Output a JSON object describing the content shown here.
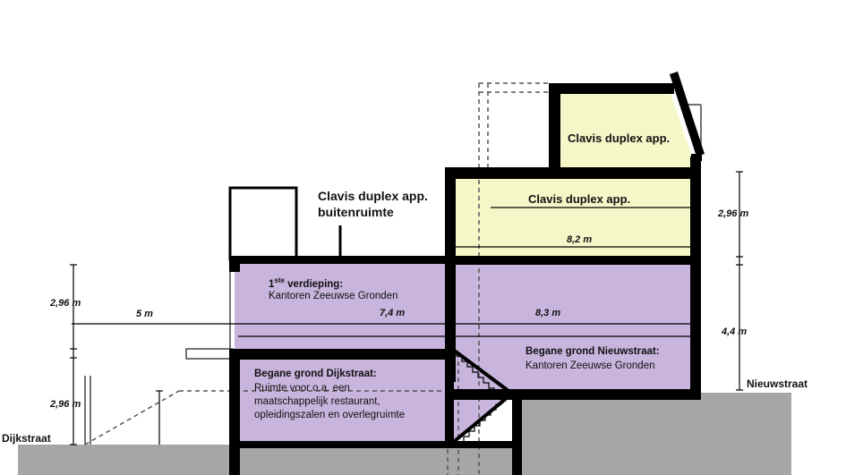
{
  "labels": {
    "top_app": "Clavis duplex app.",
    "mid_app": "Clavis duplex app.",
    "terrace_line1": "Clavis duplex app.",
    "terrace_line2": "buitenruimte",
    "floor1_title_main": "1",
    "floor1_title_sup": "ste",
    "floor1_title_rest": " verdieping:",
    "floor1_sub": "Kantoren Zeeuwse Gronden",
    "ground_n_title": "Begane grond Nieuwstraat:",
    "ground_n_sub": "Kantoren Zeeuwse Gronden",
    "ground_d_title": "Begane grond Dijkstraat:",
    "ground_d_line1": "Ruimte voor o.a. een",
    "ground_d_line2": "maatschappelijk restaurant,",
    "ground_d_line3": "opleidingszalen en overlegruimte",
    "street_left": "Dijkstraat",
    "street_right": "Nieuwstraat"
  },
  "dimensions": {
    "d_82": "8,2 m",
    "d_5": "5 m",
    "d_74": "7,4 m",
    "d_83": "8,3 m",
    "d_296_right": "2,96 m",
    "d_44_right": "4,4 m",
    "d_296_left_top": "2,96 m",
    "d_296_left_bottom": "2,96 m"
  },
  "colors": {
    "purple": "#c8b4dc",
    "yellow": "#f5f7c8",
    "ground": "#a6a6a6",
    "wall": "#000000"
  }
}
